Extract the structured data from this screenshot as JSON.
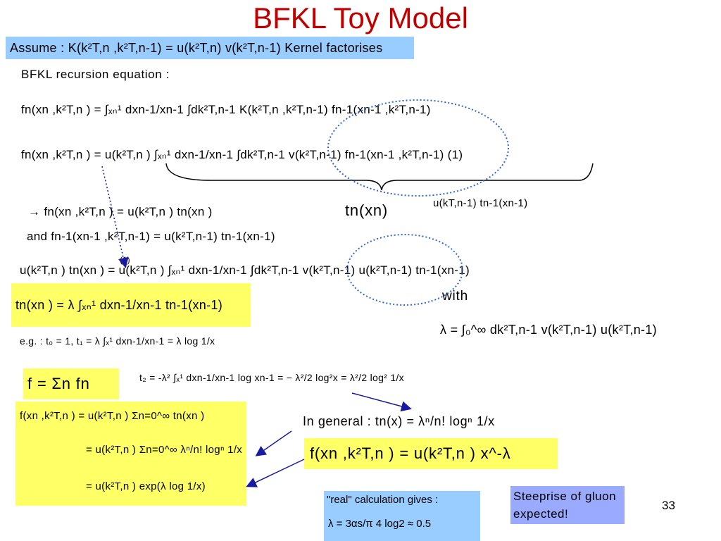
{
  "title": "BFKL Toy Model",
  "assume": "Assume : K(k²T,n ,k²T,n-1) = u(k²T,n) v(k²T,n-1)  Kernel factorises",
  "recursion_label": "BFKL recursion equation :",
  "eq1": "fn(xn ,k²T,n ) = ∫ₓₙ¹ dxn-1/xn-1 ∫dk²T,n-1 K(k²T,n ,k²T,n-1)  fn-1(xn-1 ,k²T,n-1)",
  "eq2": "fn(xn ,k²T,n ) = u(k²T,n ) ∫ₓₙ¹ dxn-1/xn-1 ∫dk²T,n-1 v(k²T,n-1) fn-1(xn-1 ,k²T,n-1)  (1)",
  "brace_label1": "u(kT,n-1) tn-1(xn-1)",
  "brace_label2": "tn(xn)",
  "eq3": "→  fn(xn ,k²T,n ) = u(k²T,n ) tn(xn )",
  "eq4": "and fn-1(xn-1 ,k²T,n-1) = u(k²T,n-1) tn-1(xn-1)",
  "eq5": "u(k²T,n ) tn(xn ) = u(k²T,n ) ∫ₓₙ¹ dxn-1/xn-1 ∫dk²T,n-1  v(k²T,n-1) u(k²T,n-1)  tn-1(xn-1)",
  "eq5_ref": "(1)",
  "eq6": "tn(xn ) = λ ∫ₓₙ¹ dxn-1/xn-1 tn-1(xn-1)",
  "with_label": "with",
  "lambda_def": "λ = ∫₀^∞ dk²T,n-1  v(k²T,n-1) u(k²T,n-1)",
  "eg": "e.g. :  t₀ = 1,   t₁ = λ ∫ₓ¹ dxn-1/xn-1 = λ log 1/x",
  "t2": "t₂ = -λ² ∫ₓ¹ dxn-1/xn-1 log xn-1 = − λ²/2 log²x = λ²/2 log² 1/x",
  "f_sum": "f = Σn fn",
  "sum_line1": "f(xn ,k²T,n ) = u(k²T,n ) Σn=0^∞ tn(xn )",
  "sum_line2": "= u(k²T,n ) Σn=0^∞ λⁿ/n! logⁿ 1/x",
  "sum_line3": "= u(k²T,n ) exp(λ log 1/x)",
  "general": "In general :  tn(x) = λⁿ/n! logⁿ 1/x",
  "result": "f(xn ,k²T,n ) = u(k²T,n ) x^-λ",
  "real_calc_label": "\"real\" calculation gives :",
  "real_calc_eq": "λ = 3αs/π 4 log2 ≈ 0.5",
  "steep": "Steeprise of gluon expected!",
  "page_number": "33",
  "colors": {
    "title": "#c00000",
    "blue_box": "#99ccff",
    "yellow_box": "#ffff66",
    "lav_box": "#99aaff",
    "arrows": "#1a1aa0"
  }
}
